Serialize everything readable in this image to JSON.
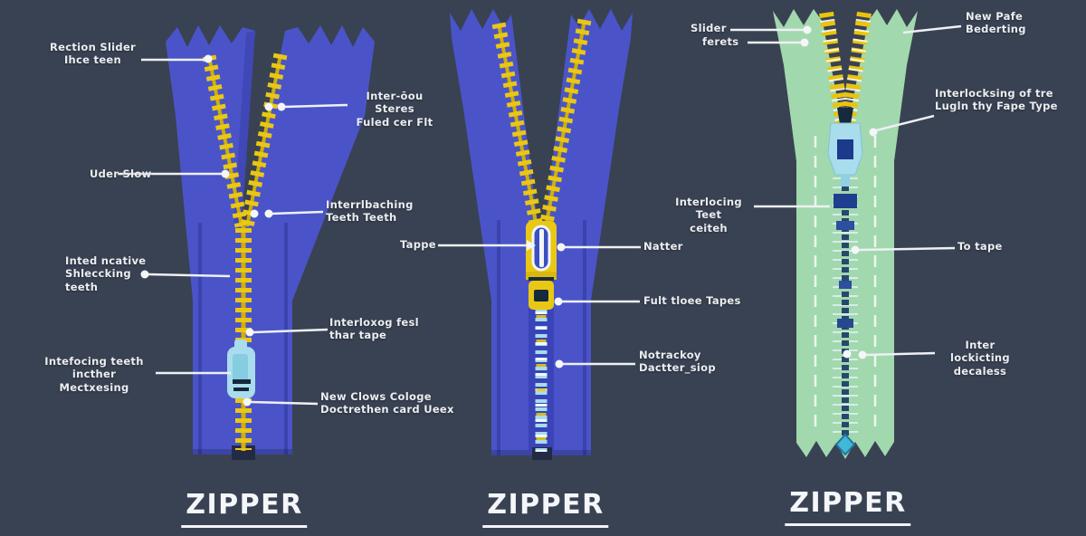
{
  "colors": {
    "bg": "#394252",
    "tape_blue": "#4a54c8",
    "tape_blue_dark": "#3a43ae",
    "teeth_yellow": "#e9c715",
    "teeth_yellow_dark": "#cfae0b",
    "tape_green": "#a2d8ae",
    "slider_cyan": "#a9dcec",
    "label_white": "#eceef2"
  },
  "figures": [
    {
      "id": "left-open-zipper",
      "title": "ZIPPER",
      "callouts": [
        {
          "id": "rection-slider",
          "text": "Rection Slider\nIhce teen"
        },
        {
          "id": "uder-slow",
          "text": "Uder Slow"
        },
        {
          "id": "inter-oou-steres",
          "text": "Inter-ōou Steres\nFuled cer Flt"
        },
        {
          "id": "interrlbaching",
          "text": "Interrlbaching\nTeeth Teeth"
        },
        {
          "id": "inted-ncative",
          "text": "Inted ncative\nShleccking\nteeth"
        },
        {
          "id": "interloxog",
          "text": "Interloxog fesl\nthar tape"
        },
        {
          "id": "intefocing",
          "text": "Intefocing teeth\nincther Mectxesing"
        },
        {
          "id": "new-clows",
          "text": "New Clows Cologe\nDoctrethen card Ueex"
        }
      ]
    },
    {
      "id": "middle-zipper",
      "title": "ZIPPER",
      "callouts": [
        {
          "id": "tappe",
          "text": "Tappe"
        },
        {
          "id": "natter",
          "text": "Natter"
        },
        {
          "id": "fult-tapes",
          "text": "Fult tloee Tapes"
        },
        {
          "id": "notrackoy",
          "text": "Notrackoy\nDactter_siop"
        }
      ]
    },
    {
      "id": "right-green-zipper",
      "title": "ZIPPER",
      "callouts": [
        {
          "id": "slider",
          "text": "Slider"
        },
        {
          "id": "ferets",
          "text": "ferets"
        },
        {
          "id": "new-pafe",
          "text": "New Pafe\nBederting"
        },
        {
          "id": "interlocksing",
          "text": "Interlocksing of tre\nLugln thy Fape Type"
        },
        {
          "id": "interlocing-teet",
          "text": "Interlocing Teet\nceiteh"
        },
        {
          "id": "to-tape",
          "text": "To tape"
        },
        {
          "id": "inter-lockicting",
          "text": "Inter lockicting\ndecaless"
        }
      ]
    }
  ]
}
